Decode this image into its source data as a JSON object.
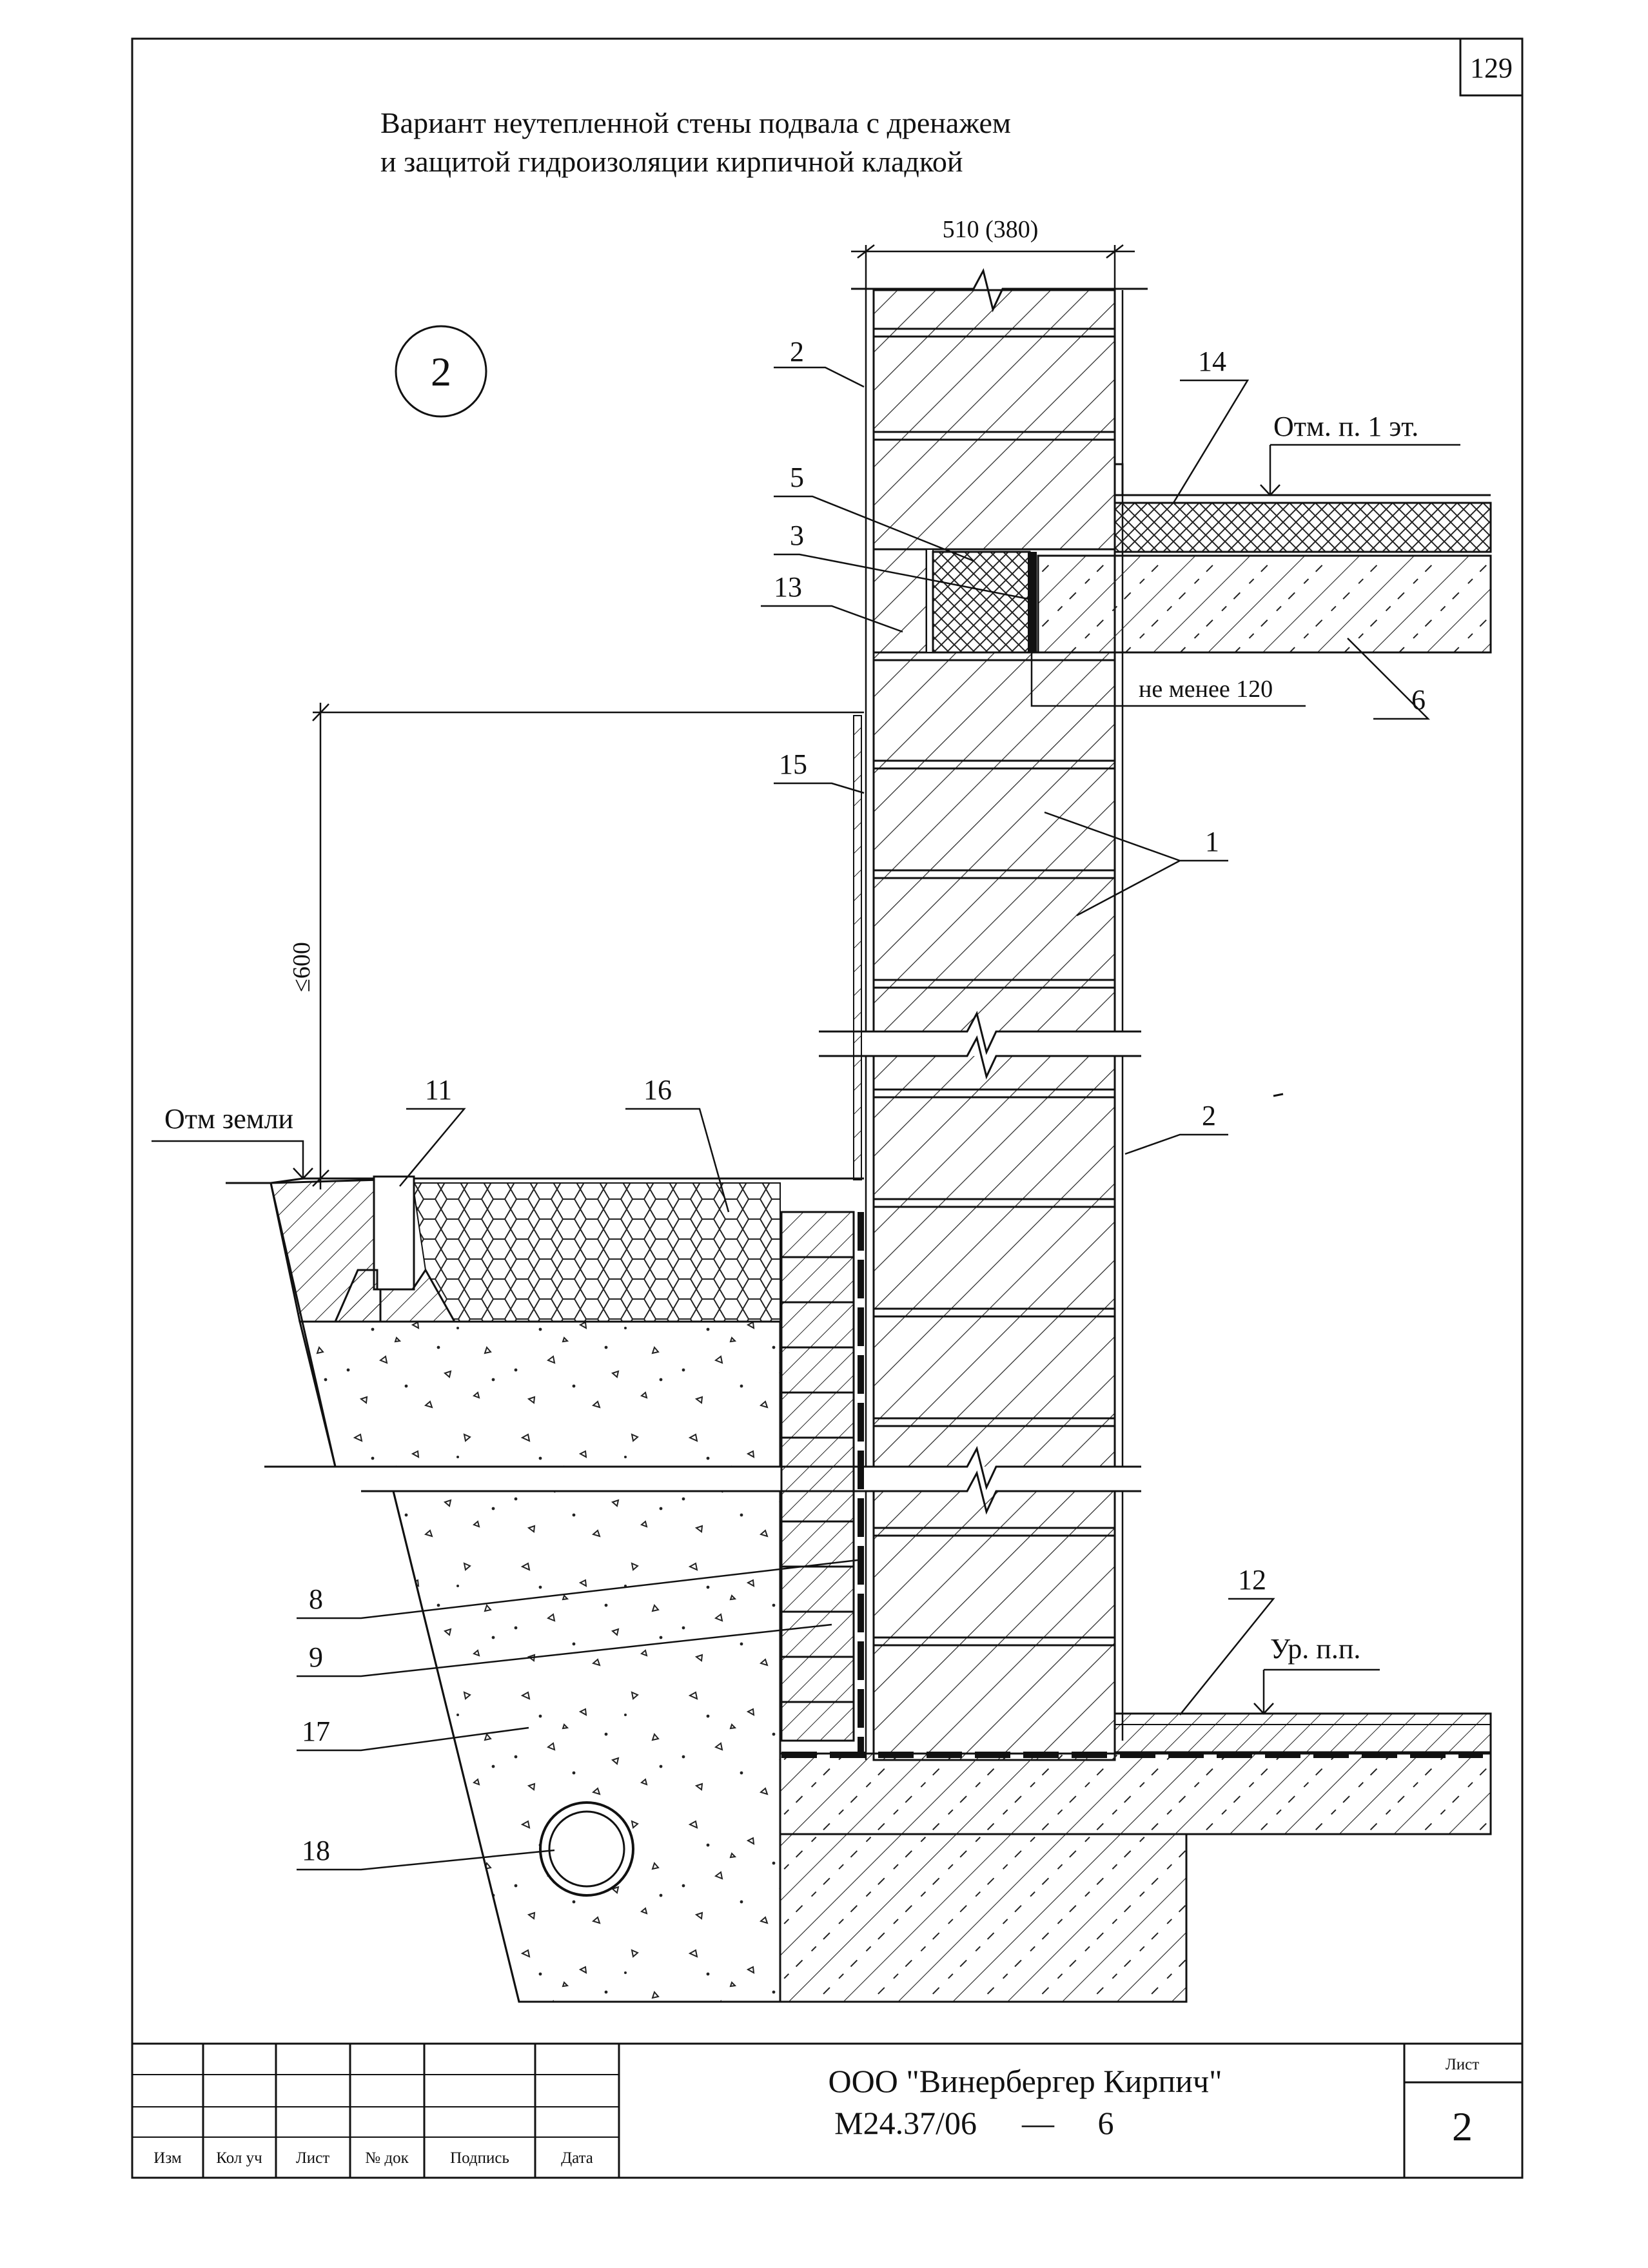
{
  "page_number": "129",
  "title": {
    "line1": "Вариант неутепленной стены подвала с дренажем",
    "line2": "и защитой гидроизоляции кирпичной кладкой"
  },
  "section_marker": "2",
  "dimensions": {
    "wall_width": "510 (380)",
    "min_bearing": "не менее 120",
    "max_height": "≤600"
  },
  "elevations": {
    "first_floor": "Отм. п. 1 эт.",
    "ground": "Отм  земли",
    "floor_level": "Ур. п.п."
  },
  "callouts": {
    "c1": "1",
    "c2a": "2",
    "c2b": "2",
    "c3": "3",
    "c5": "5",
    "c6": "6",
    "c8": "8",
    "c9": "9",
    "c11": "11",
    "c12": "12",
    "c13": "13",
    "c14": "14",
    "c15": "15",
    "c16": "16",
    "c17": "17",
    "c18": "18"
  },
  "title_block": {
    "columns": [
      "Изм",
      "Кол уч",
      "Лист",
      "№ док",
      "Подпись",
      "Дата"
    ],
    "organization": "ООО \"Винербергер Кирпич\"",
    "document_code": "М24.37/06",
    "dash": "—",
    "document_suffix": "6",
    "sheet_label": "Лист",
    "sheet_number": "2"
  }
}
